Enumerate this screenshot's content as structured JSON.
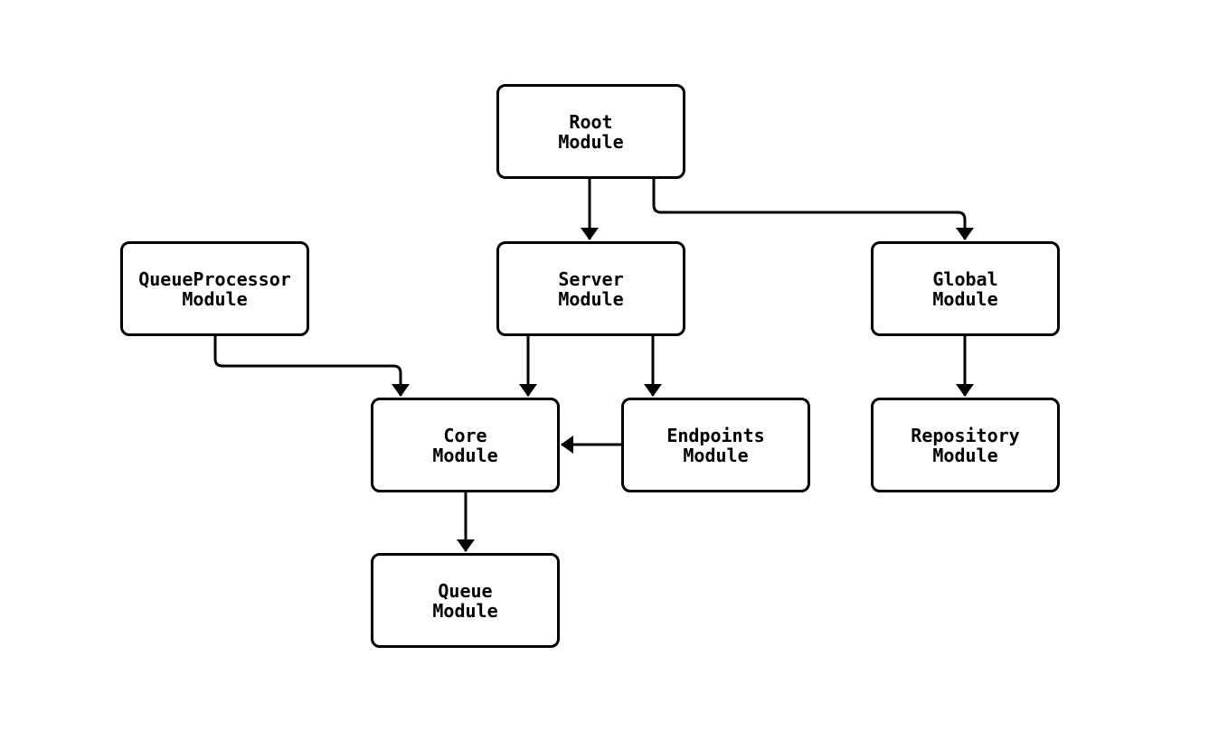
{
  "diagram": {
    "type": "module-dependency-graph",
    "background_color": "#ffffff",
    "node_fill_color": "#ffffff",
    "stroke_color": "#000000",
    "nodes": {
      "root": {
        "line1": "Root",
        "line2": "Module"
      },
      "server": {
        "line1": "Server",
        "line2": "Module"
      },
      "queueprocessor": {
        "line1": "QueueProcessor",
        "line2": "Module"
      },
      "global": {
        "line1": "Global",
        "line2": "Module"
      },
      "core": {
        "line1": "Core",
        "line2": "Module"
      },
      "endpoints": {
        "line1": "Endpoints",
        "line2": "Module"
      },
      "repository": {
        "line1": "Repository",
        "line2": "Module"
      },
      "queue": {
        "line1": "Queue",
        "line2": "Module"
      }
    },
    "edges": [
      {
        "from": "Root Module",
        "to": "Server Module"
      },
      {
        "from": "Root Module",
        "to": "Global Module"
      },
      {
        "from": "QueueProcessor Module",
        "to": "Core Module"
      },
      {
        "from": "Server Module",
        "to": "Core Module"
      },
      {
        "from": "Server Module",
        "to": "Endpoints Module"
      },
      {
        "from": "Endpoints Module",
        "to": "Core Module"
      },
      {
        "from": "Global Module",
        "to": "Repository Module"
      },
      {
        "from": "Core Module",
        "to": "Queue Module"
      }
    ]
  }
}
